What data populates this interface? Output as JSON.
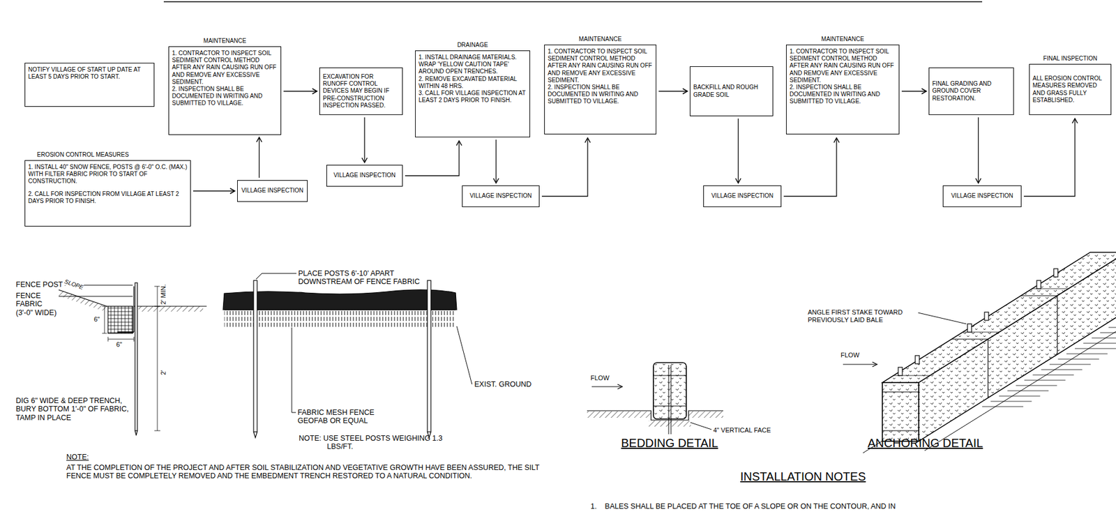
{
  "diagram": {
    "nodes": [
      {
        "text": [
          "NOTIFY VILLAGE OF START UP DATE AT LEAST 5 DAYS PRIOR TO START."
        ]
      },
      {
        "text": [
          "EROSION CONTROL MEASURES",
          "1. INSTALL 40\" SNOW FENCE, POSTS @ 6'-0\" O.C. (MAX.) WITH FILTER FABRIC PRIOR TO START OF CONSTRUCTION.",
          "2. CALL FOR INSPECTION FROM VILLAGE AT LEAST 2 DAYS PRIOR TO FINISH."
        ]
      },
      {
        "text": [
          "VILLAGE INSPECTION"
        ]
      },
      {
        "text": [
          "MAINTENANCE",
          "1. CONTRACTOR TO INSPECT SOIL SEDIMENT CONTROL METHOD AFTER ANY RAIN CAUSING RUN OFF AND REMOVE ANY EXCESSIVE SEDIMENT.",
          "2. INSPECTION SHALL BE DOCUMENTED IN WRITING AND SUBMITTED TO VILLAGE."
        ]
      },
      {
        "text": [
          "EXCAVATION FOR RUNOFF CONTROL DEVICES MAY BEGIN IF PRE-CONSTRUCTION INSPECTION PASSED."
        ]
      },
      {
        "text": [
          "VILLAGE INSPECTION"
        ]
      },
      {
        "text": [
          "DRAINAGE",
          "1. INSTALL DRAINAGE MATERIALS. WRAP 'YELLOW CAUTION TAPE' AROUND OPEN TRENCHES.",
          "2. REMOVE EXCAVATED MATERIAL WITHIN 48 HRS.",
          "3. CALL FOR VILLAGE INSPECTION AT LEAST 2 DAYS PRIOR TO FINISH."
        ]
      },
      {
        "text": [
          "VILLAGE INSPECTION"
        ]
      },
      {
        "text": [
          "MAINTENANCE",
          "1. CONTRACTOR TO INSPECT SOIL SEDIMENT CONTROL METHOD AFTER ANY RAIN CAUSING RUN OFF AND REMOVE ANY EXCESSIVE SEDIMENT.",
          "2. INSPECTION SHALL BE DOCUMENTED IN WRITING AND SUBMITTED TO VILLAGE."
        ]
      },
      {
        "text": [
          "BACKFILL AND ROUGH GRADE SOIL"
        ]
      },
      {
        "text": [
          "VILLAGE INSPECTION"
        ]
      },
      {
        "text": [
          "MAINTENANCE",
          "1. CONTRACTOR TO INSPECT SOIL SEDIMENT CONTROL METHOD AFTER ANY RAIN CAUSING RUN OFF AND REMOVE ANY EXCESSIVE SEDIMENT.",
          "2. INSPECTION SHALL BE DOCUMENTED IN WRITING AND SUBMITTED TO VILLAGE."
        ]
      },
      {
        "text": [
          "FINAL GRADING AND GROUND COVER RESTORATION."
        ]
      },
      {
        "text": [
          "VILLAGE INSPECTION"
        ]
      },
      {
        "text": [
          "FINAL INSPECTION",
          "ALL EROSION CONTROL MEASURES REMOVED AND GRASS FULLY ESTABLISHED."
        ]
      }
    ],
    "edges": [
      {
        "from": 1,
        "to": 2,
        "arrow": "to"
      },
      {
        "from": 2,
        "to": 3,
        "arrow": "to"
      },
      {
        "from": 3,
        "to": 4,
        "arrow": "to"
      },
      {
        "from": 4,
        "to": 5,
        "arrow": "to"
      },
      {
        "from": 5,
        "to": 6,
        "arrow": "to"
      },
      {
        "from": 6,
        "to": 7,
        "arrow": "to"
      },
      {
        "from": 7,
        "to": 8,
        "arrow": "to"
      },
      {
        "from": 8,
        "to": 9,
        "arrow": "to"
      },
      {
        "from": 9,
        "to": 10,
        "arrow": "to"
      },
      {
        "from": 10,
        "to": 11,
        "arrow": "to"
      },
      {
        "from": 11,
        "to": 12,
        "arrow": "to"
      },
      {
        "from": 12,
        "to": 13,
        "arrow": "to"
      },
      {
        "from": 13,
        "to": 14,
        "arrow": "to"
      }
    ],
    "labels": [
      "FENCE POST",
      "FENCE FABRIC (3'-0\" WIDE)",
      "SLOPE",
      "6\"",
      "6\"",
      "2' MIN.",
      "2'",
      "DIG 6\" WIDE & DEEP TRENCH, BURY BOTTOM 1'-0\" OF FABRIC, TAMP IN PLACE",
      "PLACE POSTS 6'-10' APART DOWNSTREAM OF FENCE FABRIC",
      "EXIST. GROUND",
      "FABRIC MESH FENCE GEOFAB OR EQUAL",
      "NOTE: USE STEEL POSTS WEIGHING 1.3 LBS/FT.",
      "NOTE:",
      "AT THE COMPLETION OF THE PROJECT AND AFTER SOIL STABILIZATION AND VEGETATIVE GROWTH HAVE BEEN ASSURED, THE SILT FENCE MUST BE COMPLETELY REMOVED AND THE EMBEDMENT TRENCH RESTORED TO A NATURAL CONDITION.",
      "FLOW",
      "4\" VERTICAL FACE",
      "BEDDING DETAIL",
      "ANGLE FIRST STAKE TOWARD PREVIOUSLY LAID BALE",
      "FLOW",
      "ANCHORING DETAIL",
      "INSTALLATION NOTES",
      "1.    BALES SHALL BE PLACED AT THE TOE OF A SLOPE OR ON THE CONTOUR, AND IN"
    ]
  }
}
